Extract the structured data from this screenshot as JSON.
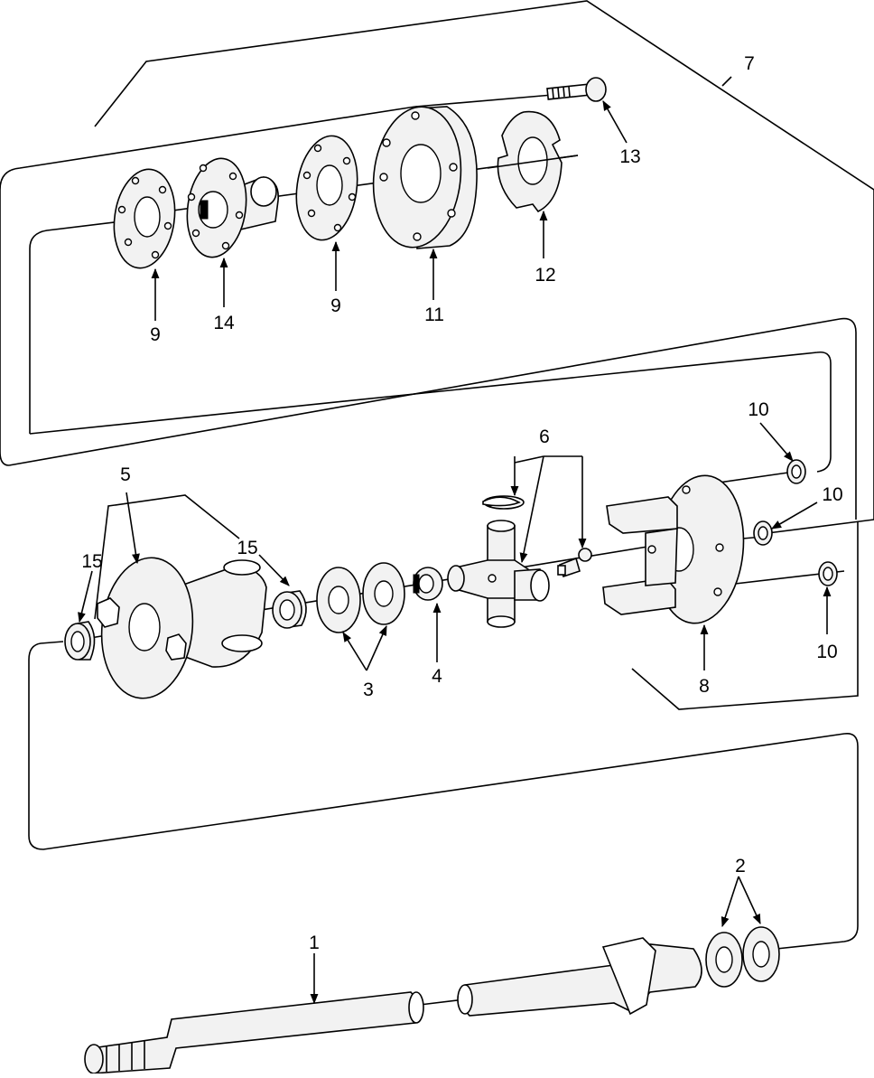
{
  "callouts": [
    {
      "id": "c1",
      "text": "1"
    },
    {
      "id": "c2",
      "text": "2"
    },
    {
      "id": "c3",
      "text": "3"
    },
    {
      "id": "c4",
      "text": "4"
    },
    {
      "id": "c5",
      "text": "5"
    },
    {
      "id": "c6",
      "text": "6"
    },
    {
      "id": "c7",
      "text": "7"
    },
    {
      "id": "c8",
      "text": "8"
    },
    {
      "id": "c9a",
      "text": "9"
    },
    {
      "id": "c9b",
      "text": "9"
    },
    {
      "id": "c10a",
      "text": "10"
    },
    {
      "id": "c10b",
      "text": "10"
    },
    {
      "id": "c10c",
      "text": "10"
    },
    {
      "id": "c11",
      "text": "11"
    },
    {
      "id": "c12",
      "text": "12"
    },
    {
      "id": "c13",
      "text": "13"
    },
    {
      "id": "c14",
      "text": "14"
    },
    {
      "id": "c15a",
      "text": "15"
    },
    {
      "id": "c15b",
      "text": "15"
    }
  ]
}
